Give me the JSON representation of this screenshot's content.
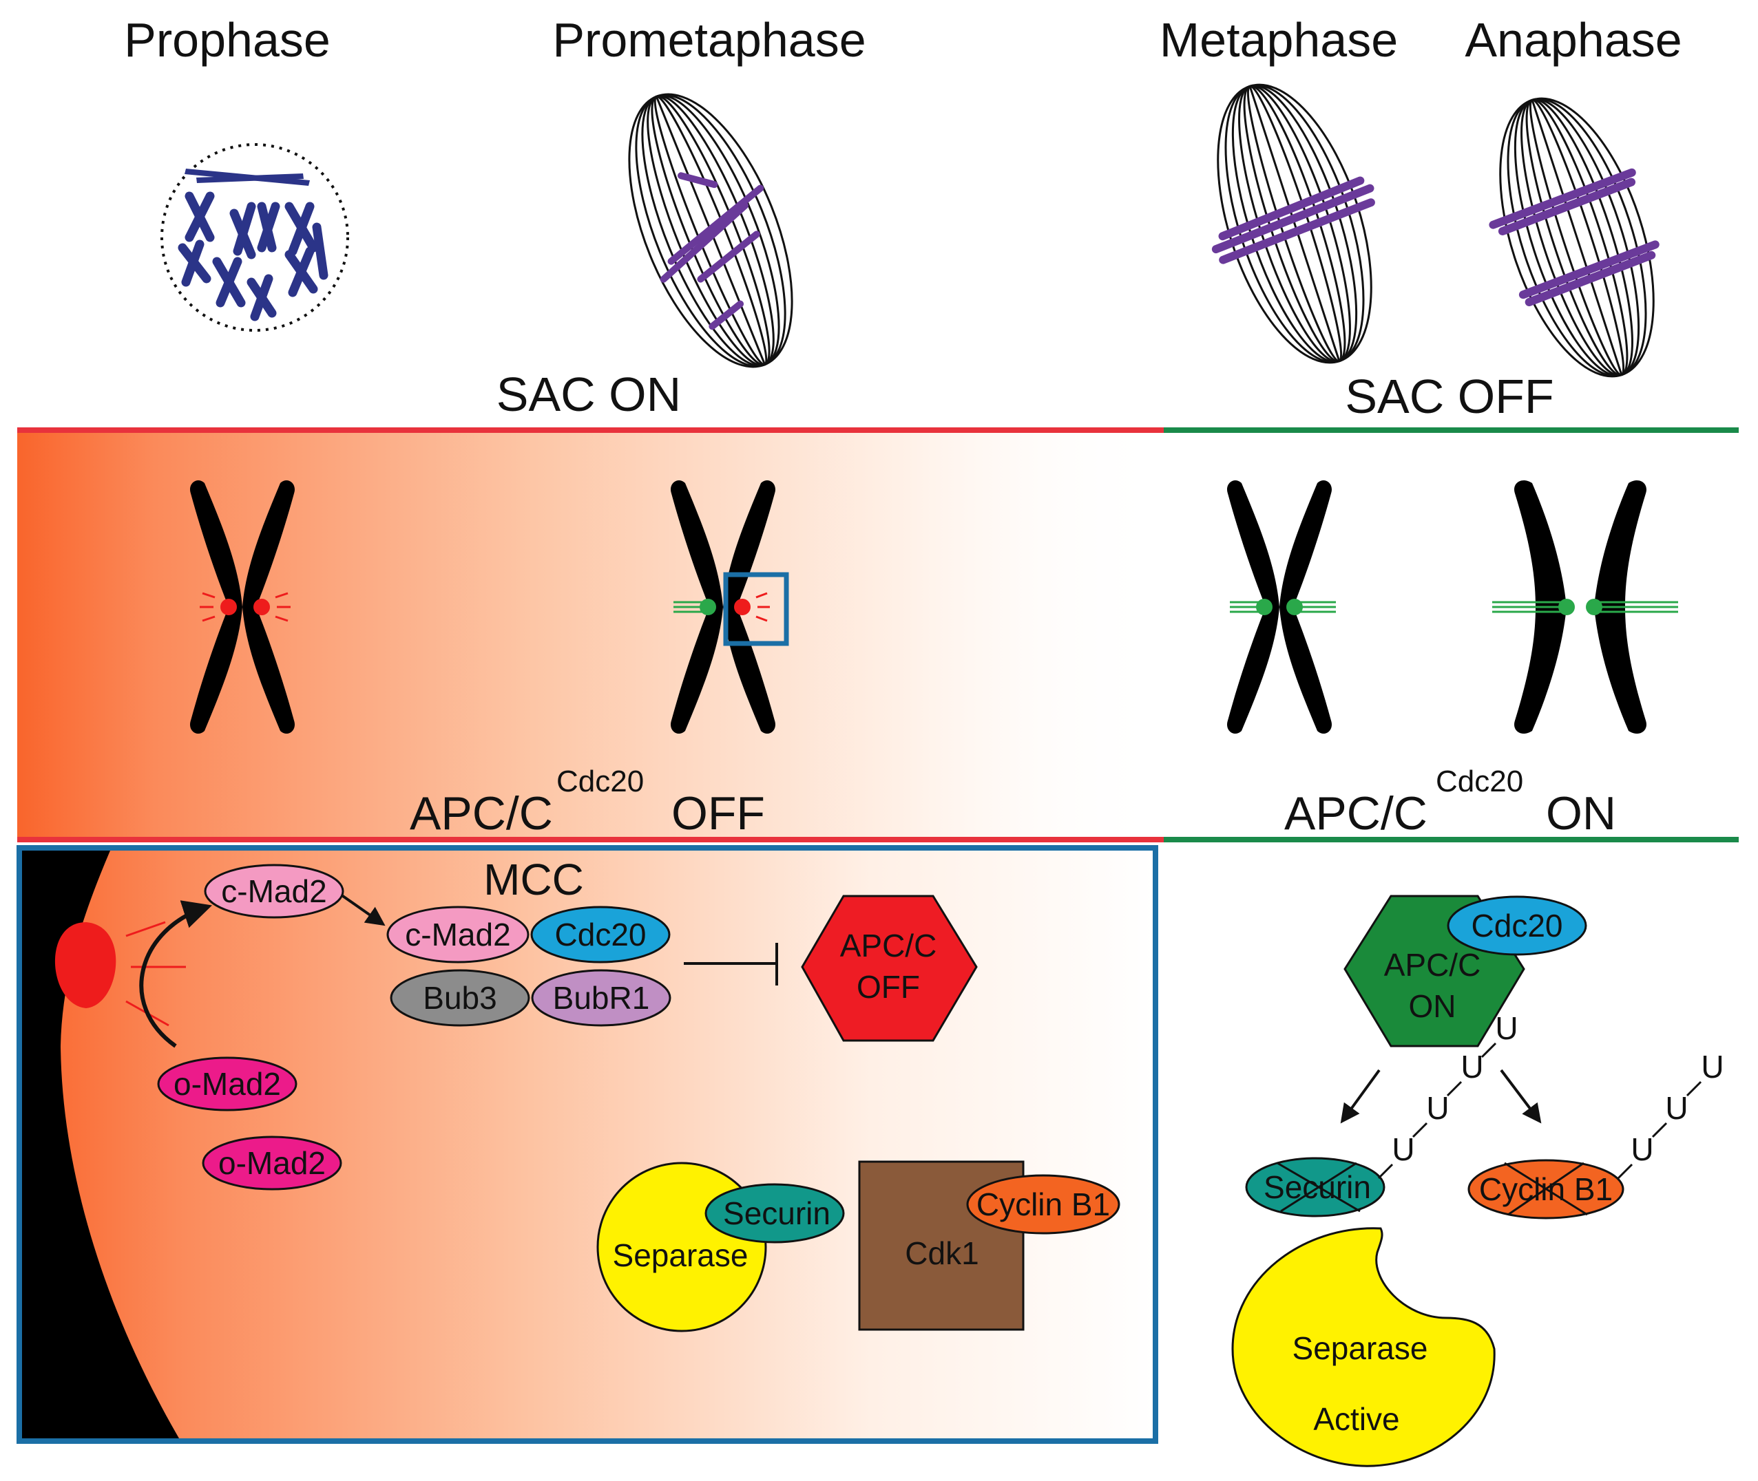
{
  "phases": {
    "prophase": "Prophase",
    "prometaphase": "Prometaphase",
    "metaphase": "Metaphase",
    "anaphase": "Anaphase"
  },
  "sac": {
    "on": "SAC ON",
    "off": "SAC OFF"
  },
  "apc_status": {
    "base": "APC/C",
    "superscript": "Cdc20",
    "off": "OFF",
    "on": "ON"
  },
  "inset": {
    "c_mad2_kinetochore": "c-Mad2",
    "o_mad2_1": "o-Mad2",
    "o_mad2_2": "o-Mad2",
    "mcc_title": "MCC",
    "mcc_c_mad2": "c-Mad2",
    "mcc_cdc20": "Cdc20",
    "mcc_bub3": "Bub3",
    "mcc_bubr1": "BubR1",
    "apc_off_line1": "APC/C",
    "apc_off_line2": "OFF",
    "separase": "Separase",
    "securin": "Securin",
    "cdk1": "Cdk1",
    "cyclin_b1": "Cyclin B1"
  },
  "right_panel": {
    "apc_on_line1": "APC/C",
    "apc_on_line2": "ON",
    "cdc20": "Cdc20",
    "securin": "Securin",
    "cyclin_b1": "Cyclin B1",
    "separase": "Separase",
    "active": "Active",
    "ubiquitin": "U"
  },
  "colors": {
    "sac_on_line": "#e8323c",
    "sac_off_line": "#1a8a4a",
    "inset_border": "#1b6fa6",
    "gradient_start": "#f9652c",
    "kinetochore_red": "#ee1c1c",
    "microtubule_green": "#2aa84a",
    "chromosome_blue": "#2b3488",
    "chromosome_purple": "#6a3a9a",
    "c_mad2_pink": "#f49ac2",
    "o_mad2_magenta": "#ec1b8a",
    "cdc20_blue": "#1aa3d9",
    "bub3_gray": "#8c8c8c",
    "bubr1_purple": "#c08fc4",
    "apc_off_red": "#ee1c24",
    "apc_on_green": "#1a8a3a",
    "separase_yellow": "#fff200",
    "securin_teal": "#11988a",
    "cdk1_brown": "#8a5a3a",
    "cyclin_orange": "#f36421"
  }
}
